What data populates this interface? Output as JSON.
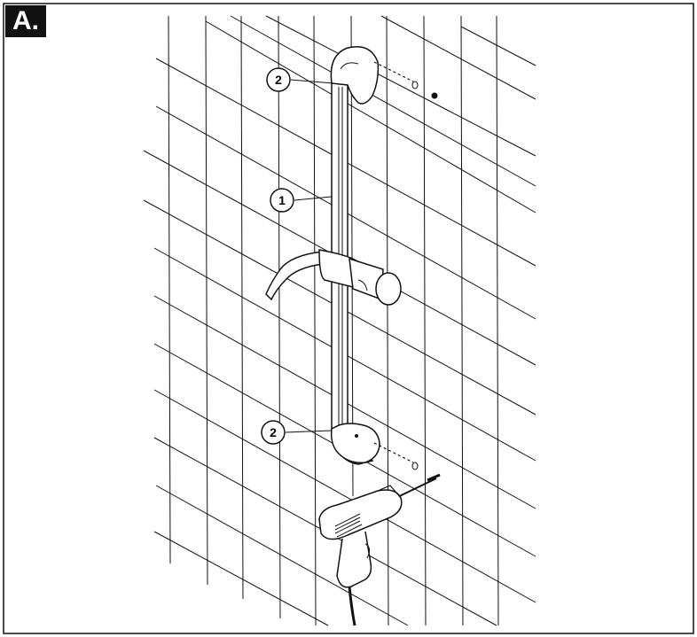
{
  "panel": {
    "label": "A."
  },
  "callouts": {
    "top_bracket": "2",
    "rail": "1",
    "bottom_bracket": "2"
  },
  "icons": [
    "wall-grid",
    "slide-rail",
    "shower-head-holder",
    "wall-bracket",
    "wall-plug",
    "screw",
    "electric-drill"
  ]
}
